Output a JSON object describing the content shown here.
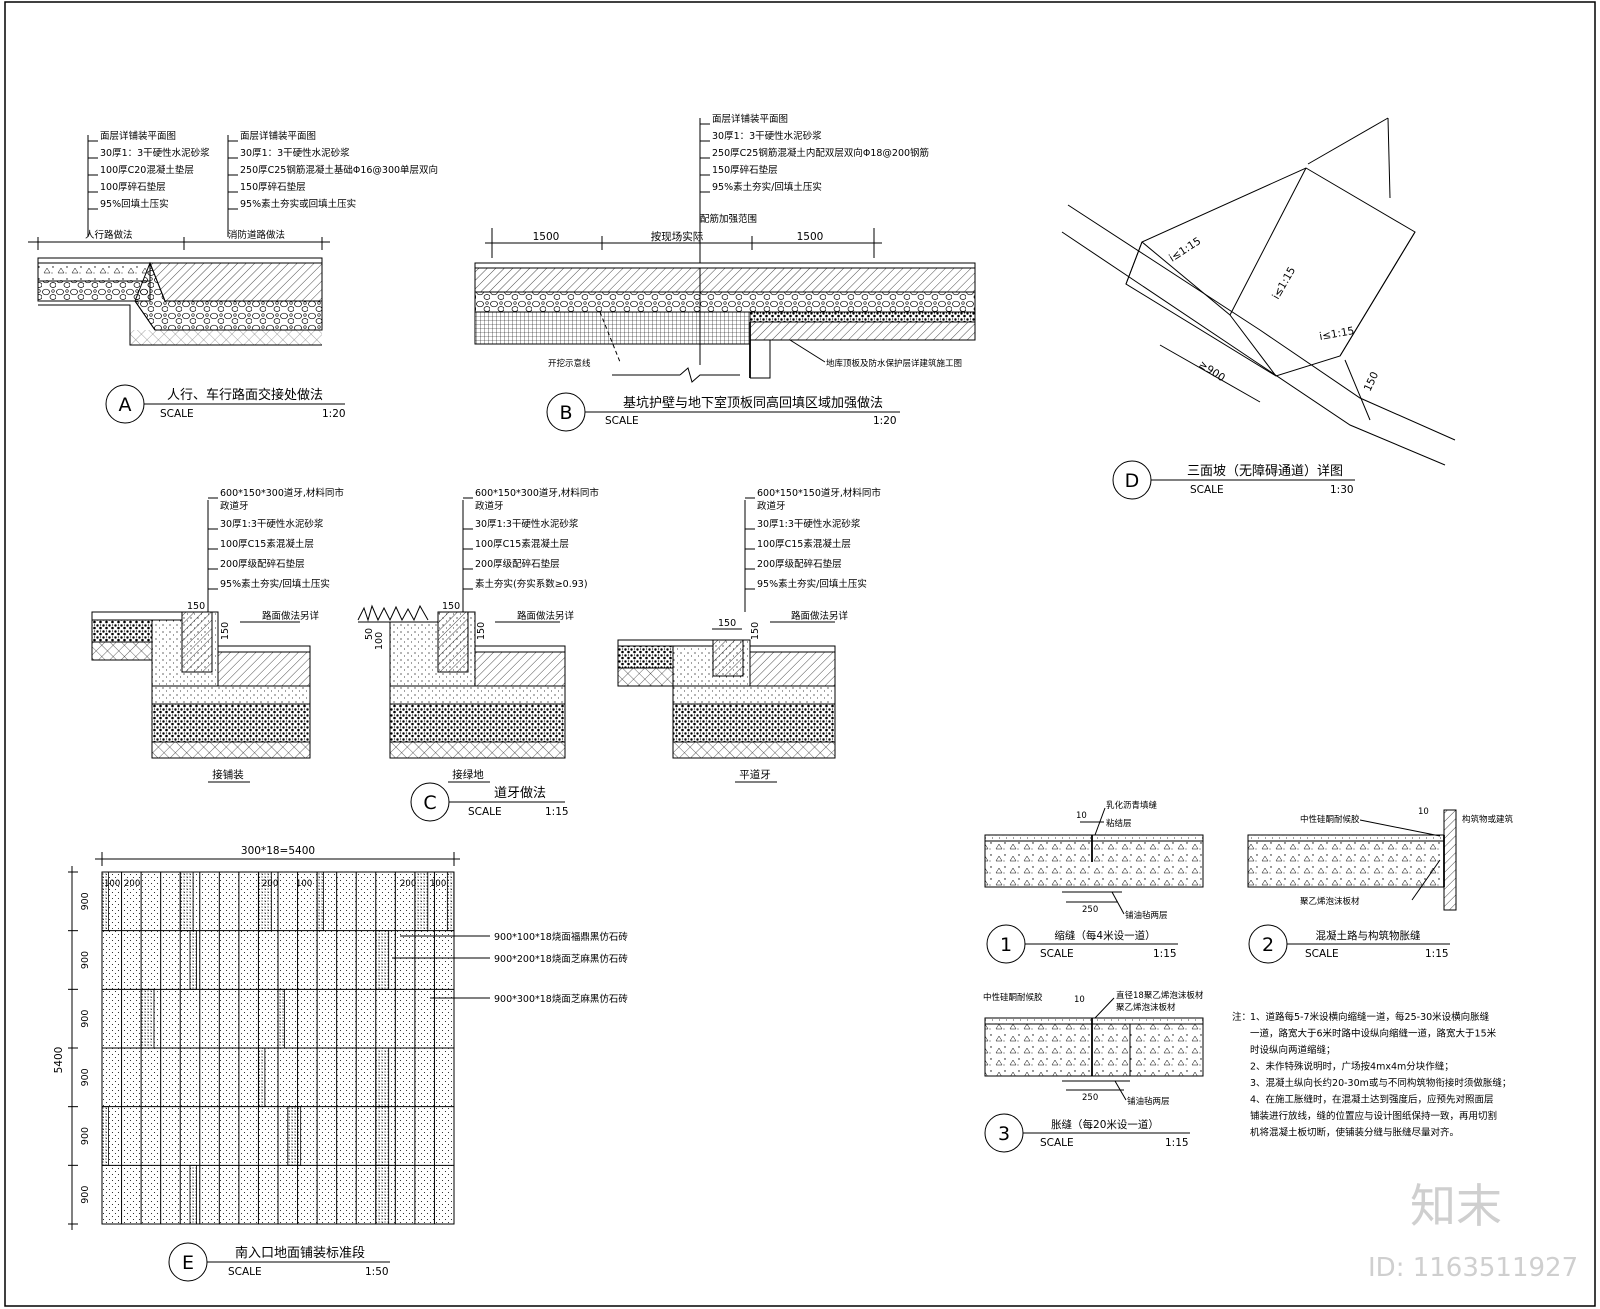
{
  "detailA": {
    "marker": "A",
    "title": "人行、车行路面交接处做法",
    "scale_label": "SCALE",
    "scale": "1:20",
    "left_label": "人行路做法",
    "right_label": "消防道路做法",
    "left_layers": [
      "面层详铺装平面图",
      "30厚1：3干硬性水泥砂浆",
      "100厚C20混凝土垫层",
      "100厚碎石垫层",
      "95%回填土压实"
    ],
    "right_layers": [
      "面层详铺装平面图",
      "30厚1：3干硬性水泥砂浆",
      "250厚C25钢筋混凝土基础Φ16@300单层双向",
      "150厚碎石垫层",
      "95%素土夯实或回填土压实"
    ]
  },
  "detailB": {
    "marker": "B",
    "title": "基坑护壁与地下室顶板同高回填区域加强做法",
    "scale_label": "SCALE",
    "scale": "1:20",
    "layers": [
      "面层详铺装平面图",
      "30厚1：3干硬性水泥砂浆",
      "250厚C25钢筋混凝土内配双层双向Φ18@200钢筋",
      "150厚碎石垫层",
      "95%素土夯实/回填土压实"
    ],
    "range_label": "配筋加强范围",
    "dim_left": "1500",
    "dim_mid": "按现场实际",
    "dim_right": "1500",
    "note_excavation": "开挖示意线",
    "note_roof": "地库顶板及防水保护层详建筑施工图"
  },
  "detailC": {
    "marker": "C",
    "title": "道牙做法",
    "scale_label": "SCALE",
    "scale": "1:15",
    "sub1": {
      "label": "接铺装",
      "layers": [
        "600*150*300道牙,材料同市",
        "政道牙",
        "30厚1:3干硬性水泥砂浆",
        "100厚C15素混凝土层",
        "200厚级配碎石垫层",
        "95%素土夯实/回填土压实"
      ],
      "dim_width": "150",
      "dim_height": "150",
      "road_note": "路面做法另详"
    },
    "sub2": {
      "label": "接绿地",
      "layers": [
        "600*150*300道牙,材料同市",
        "政道牙",
        "30厚1:3干硬性水泥砂浆",
        "100厚C15素混凝土层",
        "200厚级配碎石垫层",
        "素土夯实(夯实系数≥0.93)"
      ],
      "dim_width": "150",
      "dim_height": "150",
      "side_dim": "50",
      "side_dim2": "100",
      "road_note": "路面做法另详"
    },
    "sub3": {
      "label": "平道牙",
      "layers": [
        "600*150*150道牙,材料同市",
        "政道牙",
        "30厚1:3干硬性水泥砂浆",
        "100厚C15素混凝土层",
        "200厚级配碎石垫层",
        "95%素土夯实/回填土压实"
      ],
      "dim_width": "150",
      "dim_height": "150",
      "road_note": "路面做法另详"
    }
  },
  "detailD": {
    "marker": "D",
    "title": "三面坡（无障碍通道）详图",
    "scale_label": "SCALE",
    "scale": "1:30",
    "slope_left": "i≤1:15",
    "slope_mid": "i≤1:15",
    "slope_right": "i≤1:15",
    "dim_900": "≥900",
    "dim_150": "150"
  },
  "detailE": {
    "marker": "E",
    "title": "南入口地面铺装标准段",
    "scale_label": "SCALE",
    "scale": "1:50",
    "top_dim": "300*18=5400",
    "side_dim": "5400",
    "row_dims": [
      "900",
      "900",
      "900",
      "900",
      "900",
      "900"
    ],
    "col_dims": [
      "100",
      "200",
      "200",
      "100",
      "200",
      "100"
    ],
    "tile_legend": [
      "900*100*18烧面福鼎黑仿石砖",
      "900*200*18烧面芝麻黑仿石砖",
      "900*300*18烧面芝麻黑仿石砖"
    ]
  },
  "detail1": {
    "marker": "1",
    "title": "缩缝（每4米设一道）",
    "scale_label": "SCALE",
    "scale": "1:15",
    "notes": [
      "乳化沥青填缝",
      "粘结层",
      "铺油毡两层"
    ],
    "dim_gap": "10",
    "dim_width": "250"
  },
  "detail2": {
    "marker": "2",
    "title": "混凝土路与构筑物胀缝",
    "scale_label": "SCALE",
    "scale": "1:15",
    "notes": [
      "中性硅酮耐候胶",
      "构筑物或建筑",
      "聚乙烯泡沫板材"
    ],
    "dim_gap": "10"
  },
  "detail3": {
    "marker": "3",
    "title": "胀缝（每20米设一道）",
    "scale_label": "SCALE",
    "scale": "1:15",
    "notes": [
      "中性硅酮耐候胶",
      "直径18聚乙烯泡沫板材",
      "聚乙烯泡沫板材",
      "铺油毡两层"
    ],
    "dim_gap": "10",
    "dim_width": "250"
  },
  "notes": {
    "prefix": "注：",
    "lines": [
      "1、道路每5-7米设横向缩缝一道，每25-30米设横向胀缝",
      "一道，路宽大于6米时路中设纵向缩缝一道，路宽大于15米",
      "时设纵向两道缩缝；",
      "2、未作特殊说明时，广场按4mx4m分块作缝；",
      "3、混凝土纵向长约20-30m或与不同构筑物衔接时须做胀缝；",
      "4、在施工胀缝时，在混凝土达到强度后，应预先对照面层",
      "铺装进行放线，缝的位置应与设计图纸保持一致，再用切割",
      "机将混凝土板切断，使铺装分缝与胀缝尽量对齐。"
    ]
  },
  "watermark": {
    "logo": "知末",
    "id": "ID: 1163511927"
  }
}
